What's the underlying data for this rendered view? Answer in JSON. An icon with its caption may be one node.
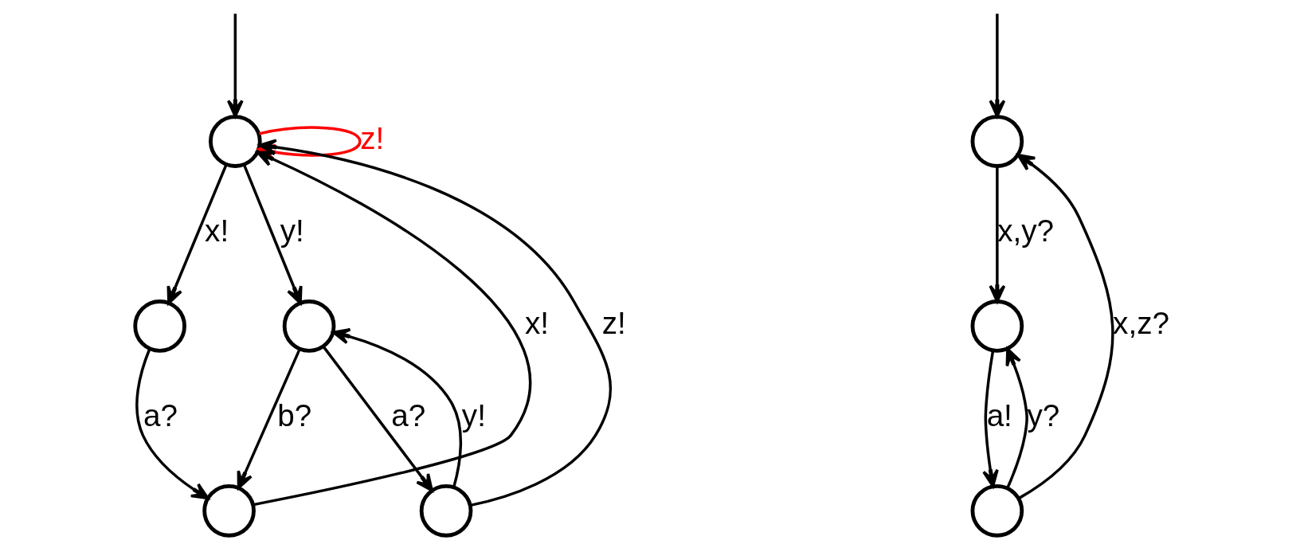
{
  "diagram": {
    "nodes": [
      {
        "text": [],
        "shape": "circle"
      },
      {
        "text": [],
        "shape": "circle"
      },
      {
        "text": [],
        "shape": "circle"
      },
      {
        "text": [],
        "shape": "circle"
      },
      {
        "text": [],
        "shape": "circle"
      },
      {
        "text": [],
        "shape": "circle"
      },
      {
        "text": [],
        "shape": "circle"
      },
      {
        "text": [],
        "shape": "circle"
      }
    ],
    "edges": [
      {
        "from": null,
        "to": 0,
        "arrow": "to"
      },
      {
        "from": 0,
        "to": 0,
        "arrow": "to",
        "label": "z!",
        "color": "#ff0000"
      },
      {
        "from": 0,
        "to": 1,
        "arrow": "to",
        "label": "x!"
      },
      {
        "from": 0,
        "to": 2,
        "arrow": "to",
        "label": "y!"
      },
      {
        "from": 1,
        "to": 3,
        "arrow": "to",
        "label": "a?"
      },
      {
        "from": 2,
        "to": 3,
        "arrow": "to",
        "label": "b?"
      },
      {
        "from": 2,
        "to": 4,
        "arrow": "to",
        "label": "a?"
      },
      {
        "from": 4,
        "to": 2,
        "arrow": "to",
        "label": "y!"
      },
      {
        "from": 3,
        "to": 0,
        "arrow": "to",
        "label": "x!"
      },
      {
        "from": 4,
        "to": 0,
        "arrow": "to",
        "label": "z!"
      },
      {
        "from": null,
        "to": 5,
        "arrow": "to"
      },
      {
        "from": 5,
        "to": 6,
        "arrow": "to",
        "label": "x,y?"
      },
      {
        "from": 6,
        "to": 7,
        "arrow": "to",
        "label": "a!"
      },
      {
        "from": 7,
        "to": 6,
        "arrow": "to",
        "label": "y?"
      },
      {
        "from": 7,
        "to": 5,
        "arrow": "to",
        "label": "x,z?"
      }
    ]
  }
}
